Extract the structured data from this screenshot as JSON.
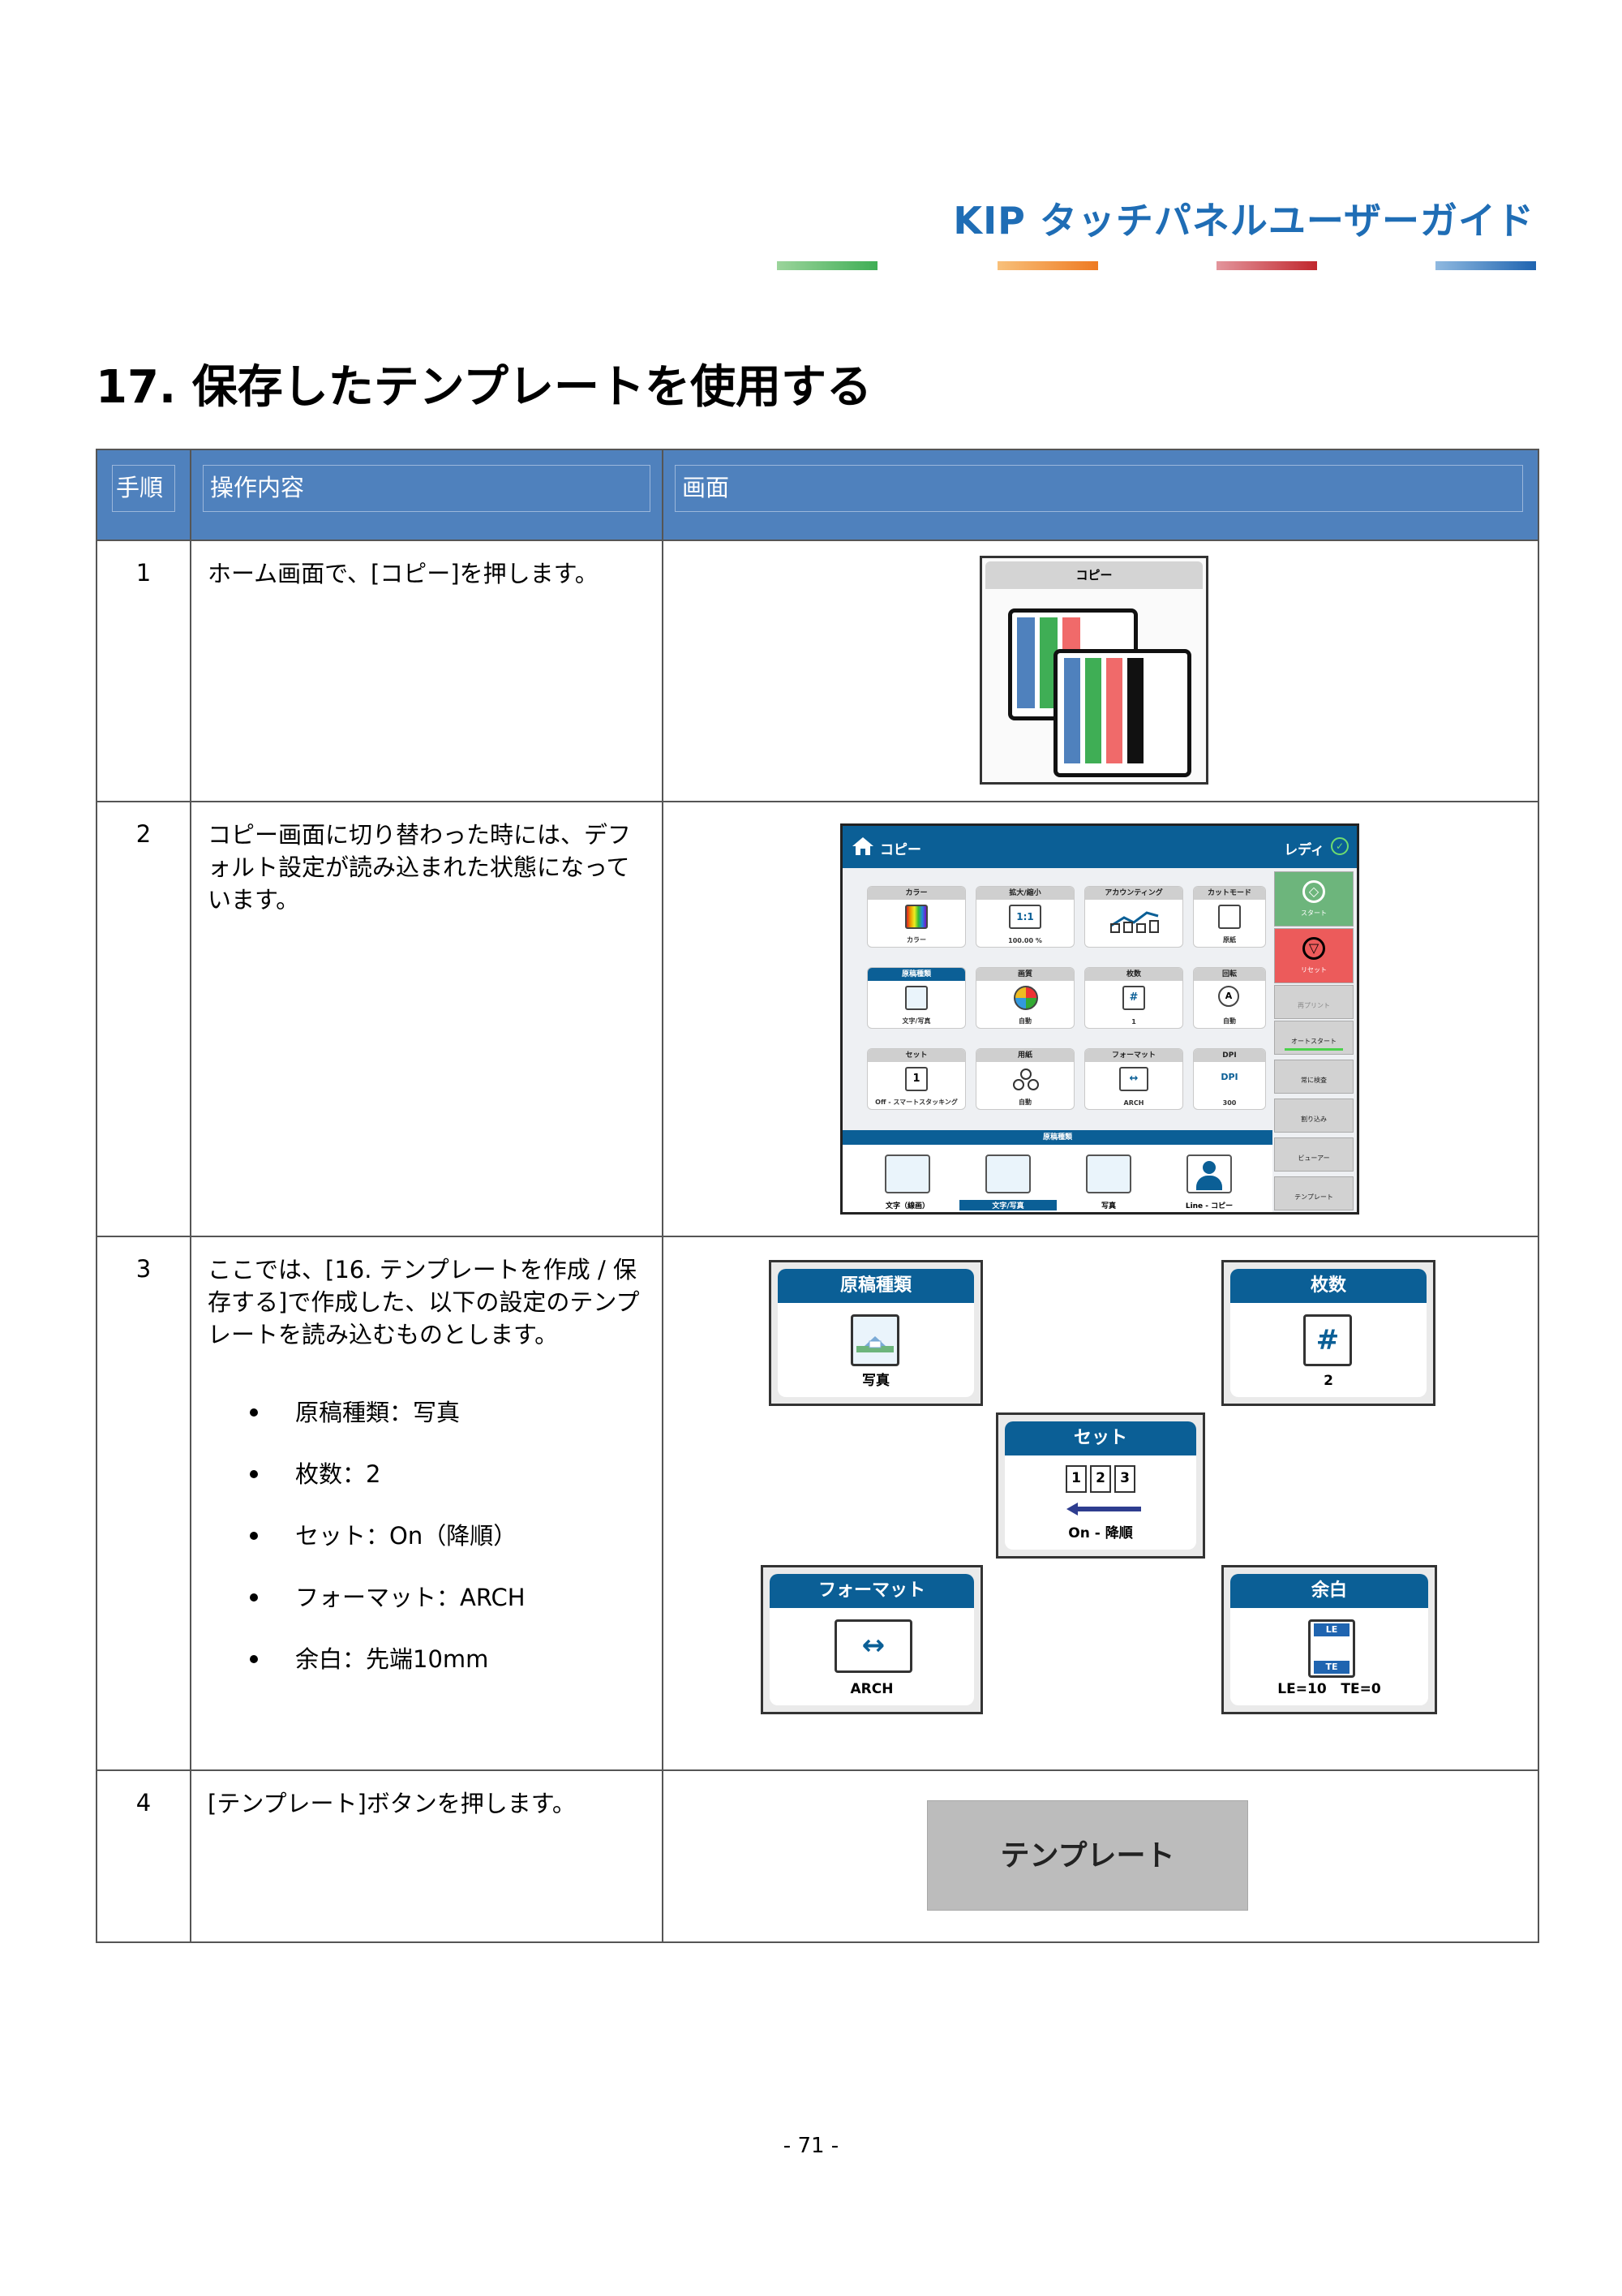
{
  "header": {
    "guide_title": "KIP タッチパネルユーザーガイド",
    "bar_colors": [
      "#3fae55",
      "#ee7a22",
      "#c1272d",
      "#1f64b0"
    ]
  },
  "section_title": "17. 保存したテンプレートを使用する",
  "table": {
    "columns": [
      "手順",
      "操作内容",
      "画面"
    ],
    "steps": [
      {
        "number": "1",
        "text": "ホーム画面で、[コピー]を押します。",
        "screen": {
          "tile_label": "コピー"
        }
      },
      {
        "number": "2",
        "text": "コピー画面に切り替わった時には、デフォルト設定が読み込まれた状態になっています。",
        "screen": {
          "title": "コピー",
          "status": "レディ",
          "tiles": [
            {
              "label": "カラー",
              "value": "カラー"
            },
            {
              "label": "拡大/縮小",
              "value": "100.00 %",
              "icon": "1:1"
            },
            {
              "label": "アカウンティング",
              "value": ""
            },
            {
              "label": "カットモード",
              "value": "原紙"
            },
            {
              "label": "原稿種類",
              "value": "文字/写真"
            },
            {
              "label": "画質",
              "value": "自動"
            },
            {
              "label": "枚数",
              "value": "1",
              "icon": "#"
            },
            {
              "label": "回転",
              "value": "自動"
            },
            {
              "label": "セット",
              "value": "Off - スマートスタッキング",
              "icon": "1"
            },
            {
              "label": "用紙",
              "value": "自動"
            },
            {
              "label": "フォーマット",
              "value": "ARCH",
              "icon": "↔"
            },
            {
              "label": "DPI",
              "value": "300",
              "icon": "DPI"
            }
          ],
          "side_buttons": [
            "スタート",
            "リセット",
            "再プリント",
            "オートスタート",
            "常に検査",
            "割り込み",
            "ビューアー",
            "テンプレート"
          ],
          "strip_label": "原稿種類",
          "original_types": [
            "文字（線画）",
            "文字/写真",
            "写真",
            "Line - コピー"
          ],
          "selected_original": "文字/写真"
        }
      },
      {
        "number": "3",
        "text": "ここでは、[16. テンプレートを作成 / 保存する]で作成した、以下の設定のテンプレートを読み込むものとします。",
        "bullets": [
          "原稿種類：写真",
          "枚数：2",
          "セット：On（降順）",
          "フォーマット：ARCH",
          "余白：先端10mm"
        ],
        "screen": {
          "cards": [
            {
              "title": "原稿種類",
              "value": "写真"
            },
            {
              "title": "枚数",
              "value": "2",
              "icon": "#"
            },
            {
              "title": "セット",
              "value": "On - 降順",
              "boxes": [
                "1",
                "2",
                "3"
              ]
            },
            {
              "title": "フォーマット",
              "value": "ARCH",
              "icon": "↔"
            },
            {
              "title": "余白",
              "value": "LE=10   TE=0",
              "icon_top": "LE",
              "icon_bottom": "TE"
            }
          ]
        }
      },
      {
        "number": "4",
        "text": "[テンプレート]ボタンを押します。",
        "screen": {
          "button_label": "テンプレート"
        }
      }
    ]
  },
  "page_number": "- 71 -"
}
